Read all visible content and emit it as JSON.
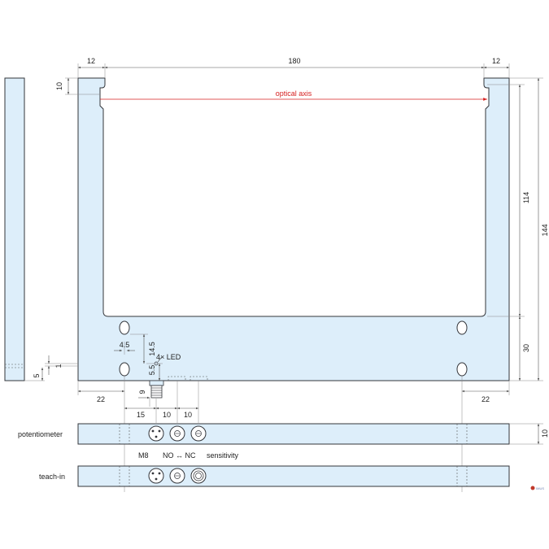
{
  "dimensions": {
    "top_left": "12",
    "top_width": "180",
    "top_right": "12",
    "left_top": "10",
    "inner_height": "114",
    "total_height": "144",
    "bottom_band": "30",
    "hole_offset_x": "4.5",
    "hole_offset_y": "14.5",
    "led_offset": "5.5",
    "left_small_1": "1",
    "side_5": "5",
    "bottom_left": "22",
    "bottom_right": "22",
    "connector_9": "9",
    "pitch_15": "15",
    "pitch_10a": "10",
    "pitch_10b": "10",
    "strip_height": "10"
  },
  "labels": {
    "optical_axis": "optical axis",
    "led": "4× LED",
    "potentiometer": "potentiometer",
    "teach_in": "teach-in",
    "m8": "M8",
    "no_nc": "NO ↔ NC",
    "sensitivity": "sensitivity"
  },
  "logo_text": "IMUS"
}
